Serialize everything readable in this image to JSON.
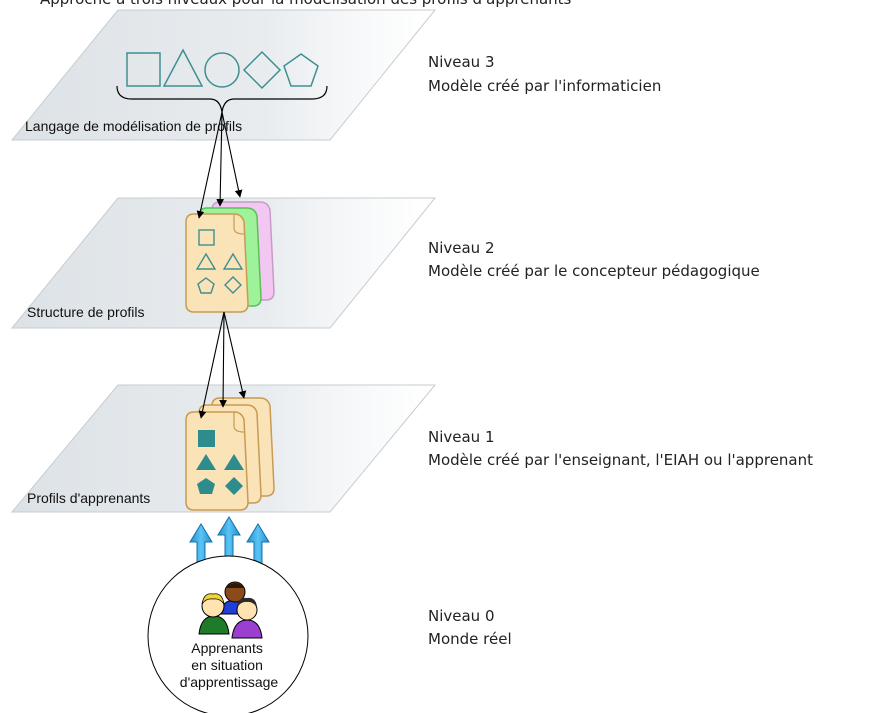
{
  "header": {
    "partial_title": "Approche à trois niveaux pour la modélisation des profils d'apprenants"
  },
  "planes": [
    {
      "label": "Langage de modélisation  de profils"
    },
    {
      "label": "Structure de profils"
    },
    {
      "label": "Profils d'apprenants"
    }
  ],
  "levels": [
    {
      "title": "Niveau 3",
      "desc": "Modèle créé par l'informaticien"
    },
    {
      "title": "Niveau 2",
      "desc": "Modèle créé par le concepteur pédagogique"
    },
    {
      "title": "Niveau 1",
      "desc": "Modèle créé par l'enseignant, l'EIAH ou l'apprenant"
    },
    {
      "title": "Niveau 0",
      "desc": "Monde réel"
    }
  ],
  "learners": {
    "lines": [
      "Apprenants",
      "en situation",
      "d'apprentissage"
    ]
  },
  "colors": {
    "plane_fill": "#e4e8ec",
    "shape_stroke": "#3f8f92",
    "shape_fill": "#2f8c8c",
    "doc_fill": "#fbe3b8",
    "doc_stroke": "#c89a52",
    "blue_arrow": "#2aa7e8"
  },
  "icons": [
    "square-icon",
    "triangle-icon",
    "circle-icon",
    "diamond-icon",
    "pentagon-icon",
    "document-icon",
    "learners-icon"
  ]
}
